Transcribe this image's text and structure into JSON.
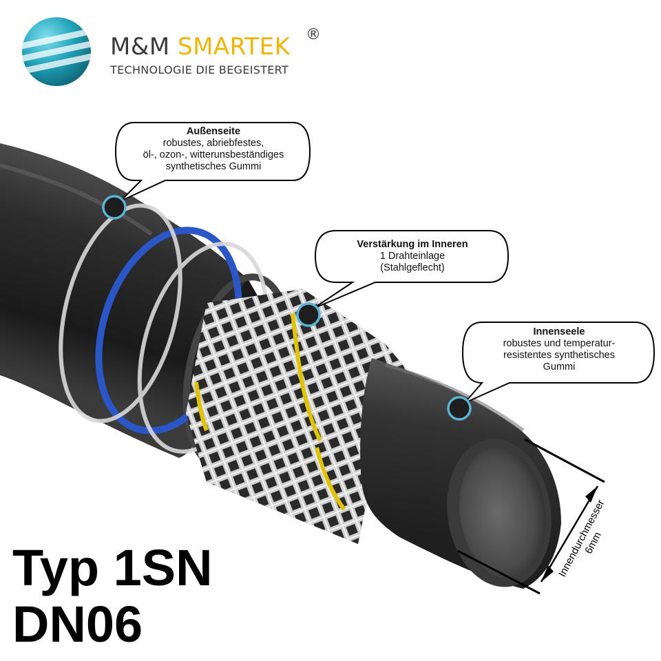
{
  "logo": {
    "brand_part1": "M&M",
    "brand_part2": "SMARTEK",
    "registered": "®",
    "slogan": "TECHNOLOGIE DIE BEGEISTERT",
    "colors": {
      "sphere": "#21a3b9",
      "brand_dark": "#3a3a3a",
      "brand_accent": "#f0b400"
    }
  },
  "callouts": {
    "outer": {
      "title": "Außenseite",
      "lines": [
        "robustes, abriebfestes,",
        "öl-, ozon-, witterunsbeständiges",
        "synthetisches Gummi"
      ]
    },
    "reinforcement": {
      "title": "Verstärkung im Inneren",
      "lines": [
        "1 Drahteinlage",
        "(Stahlgeflecht)"
      ]
    },
    "inner": {
      "title": "Innenseele",
      "lines": [
        "robustes und temperatur-",
        "resistentes synthetisches",
        "Gummi"
      ]
    }
  },
  "dimension": {
    "label_line1": "Innendurchmesser",
    "label_line2": "6mm"
  },
  "product": {
    "type": "Typ 1SN",
    "size": "DN06"
  },
  "colors": {
    "marker_ring": "#5ab4d6",
    "blue_ring": "#2a56c8",
    "hose_rubber": "#2b2b2b",
    "braid_wire": "#c8c8c8",
    "yellow_stripe": "#e0c400"
  },
  "icons": {
    "logo": "sphere-stripes-icon",
    "markers": "dot-marker-icon",
    "dimension": "double-arrow-icon"
  }
}
